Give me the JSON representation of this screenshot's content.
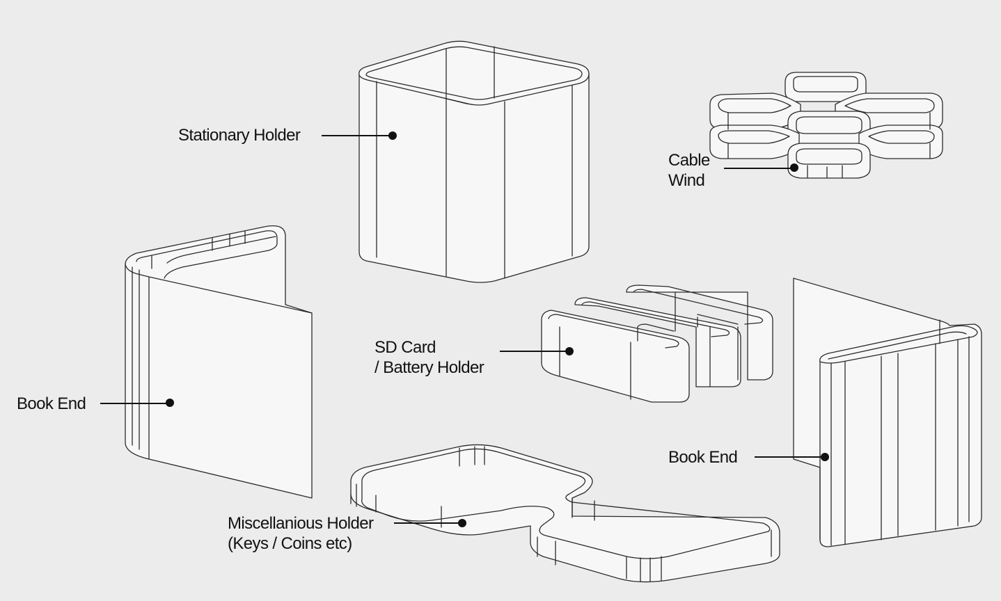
{
  "labels": {
    "stationary_holder": "Stationary Holder",
    "cable_wind_line1": "Cable",
    "cable_wind_line2": "Wind",
    "sd_card_line1": "SD Card",
    "sd_card_line2": "/ Battery Holder",
    "book_end_left": "Book End",
    "book_end_right": "Book End",
    "misc_line1": "Miscellanious Holder",
    "misc_line2": "(Keys / Coins etc)"
  },
  "colors": {
    "background": "#ececec",
    "stroke": "#2a2a2a",
    "face": "#f7f7f7",
    "text": "#111111"
  }
}
